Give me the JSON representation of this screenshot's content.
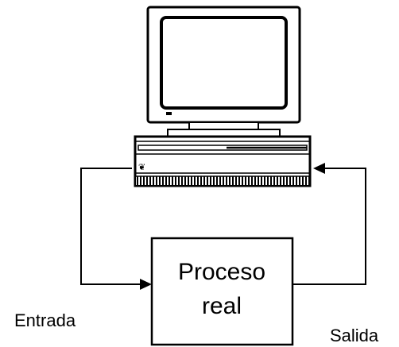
{
  "process": {
    "line1": "Proceso",
    "line2": "real"
  },
  "labels": {
    "input": "Entrada",
    "output": "Salida"
  },
  "colors": {
    "stroke": "#000000",
    "background": "#ffffff"
  }
}
